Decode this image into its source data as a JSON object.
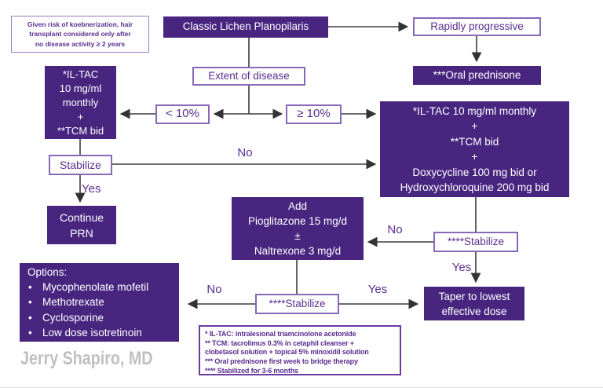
{
  "colors": {
    "purple_fill": "#482680",
    "purple_text": "#5b2d90",
    "outline_border": "#8a68b8",
    "footnote_border": "#6a3ca1",
    "arrow_line": "#333333",
    "signature_gray": "#c0c0c0"
  },
  "note_box": {
    "lines": [
      "Given risk of koebnerization, hair",
      "transplant considered only after",
      "no disease activity ≥ 2 years"
    ]
  },
  "nodes": {
    "classic": {
      "label": "Classic Lichen Planopilaris"
    },
    "rapidly": {
      "label": "Rapidly progressive"
    },
    "oral_prednisone": {
      "label": "***Oral prednisone"
    },
    "extent": {
      "label": "Extent of disease"
    },
    "lt10": {
      "label": "< 10%"
    },
    "ge10": {
      "label": "≥ 10%"
    },
    "iltac_left": {
      "lines": [
        "*IL-TAC",
        "10 mg/ml",
        "monthly",
        "+",
        "**TCM bid"
      ]
    },
    "stabilize1": {
      "label": "Stabilize"
    },
    "continue_prn": {
      "lines": [
        "Continue",
        "PRN"
      ]
    },
    "combo_right": {
      "lines": [
        "*IL-TAC 10 mg/ml monthly",
        "+",
        "**TCM bid",
        "+",
        "Doxycycline 100 mg bid or",
        "Hydroxychloroquine 200 mg bid"
      ]
    },
    "add_pio": {
      "lines": [
        "Add",
        "Pioglitazone 15 mg/d",
        "±",
        "Naltrexone 3 mg/d"
      ]
    },
    "stabilize2": {
      "label": "****Stabilize"
    },
    "taper": {
      "lines": [
        "Taper to lowest",
        "effective dose"
      ]
    },
    "stabilize3": {
      "label": "****Stabilize"
    },
    "options": {
      "title": "Options:",
      "items": [
        "Mycophenolate mofetil",
        "Methotrexate",
        "Cyclosporine",
        "Low dose isotretinoin"
      ]
    }
  },
  "edge_labels": {
    "no_stabilize1": "No",
    "yes_stabilize1": "Yes",
    "no_stabilize2": "No",
    "yes_stabilize2": "Yes",
    "no_stabilize3": "No",
    "yes_stabilize3": "Yes"
  },
  "footnotes": {
    "lines": [
      "* IL-TAC: intralesional triamcinolone acetonide",
      "** TCM: tacrolimus 0.3% in cetaphil cleanser +",
      "clobetasol solution + topical 5% minoxidil solution",
      "*** Oral prednisone first week to bridge therapy",
      "**** Stabilized for 3-6 months"
    ]
  },
  "signature": "Jerry Shapiro, MD"
}
